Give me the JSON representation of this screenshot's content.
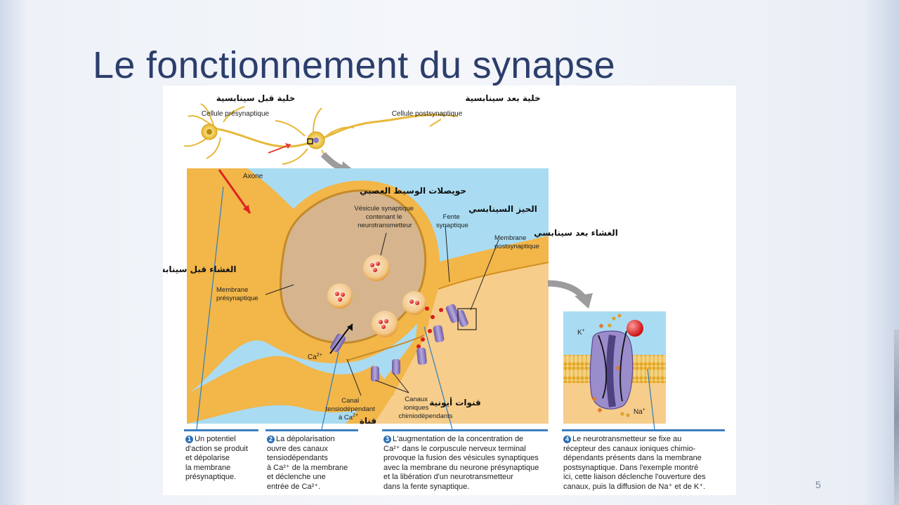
{
  "slide": {
    "title": "Le fonctionnement du synapse",
    "page_number": "5"
  },
  "figure": {
    "arabic_presyn_cell": "خلية قبل سينابسية",
    "label_presyn_cell": "Cellule présynaptique",
    "arabic_postsyn_cell": "خلية بعد سينابسية",
    "label_postsyn_cell": "Cellule postsynaptique",
    "label_axone": "Axone",
    "arabic_vesicles": "حويصلات الوسيط العصبي",
    "label_vesicle": [
      "Vésicule synaptique",
      "contenant le",
      "neurotransmetteur"
    ],
    "arabic_cleft": "الحيز السينابسي",
    "label_cleft": [
      "Fente",
      "synaptique"
    ],
    "arabic_postsyn_membrane": "الغشاء بعد سينابسي",
    "label_postsyn_membrane": [
      "Membrane",
      "postsynaptique"
    ],
    "arabic_presyn_membrane": "الغشاء قبل سينابسي",
    "label_presyn_membrane": [
      "Membrane",
      "présynaptique"
    ],
    "label_ca": "Ca",
    "label_ca_sup": "2+",
    "label_canal": [
      "Canal",
      "tensiodépendant",
      "à Ca"
    ],
    "arabic_canal": "قناة",
    "label_canaux": [
      "Canaux",
      "ioniques",
      "chimiodépendants"
    ],
    "arabic_ion_channels": "قنوات أيونية",
    "label_k": "K",
    "label_na": "Na",
    "ion_sup": "+"
  },
  "captions": [
    {
      "num": "1",
      "lines": [
        "Un potentiel",
        "d'action se produit",
        "et dépolarise",
        "la membrane",
        "présynaptique."
      ]
    },
    {
      "num": "2",
      "lines": [
        "La dépolarisation",
        "ouvre des canaux",
        "tensiodépendants",
        "à Ca²⁺ de la membrane",
        "et déclenche une",
        "entrée de Ca²⁺."
      ]
    },
    {
      "num": "3",
      "lines": [
        "L'augmentation de la concentration de",
        "Ca²⁺ dans le corpuscule nerveux terminal",
        "provoque la fusion des vésicules synaptiques",
        "avec la membrane du neurone présynaptique",
        "et la libération d'un neurotransmetteur",
        "dans la fente synaptique."
      ]
    },
    {
      "num": "4",
      "lines": [
        "Le neurotransmetteur se fixe au",
        "récepteur des canaux ioniques chimio-",
        "dépendants présents dans la membrane",
        "postsynaptique. Dans l'exemple montré",
        "ici, cette liaison déclenche l'ouverture des",
        "canaux, puis la diffusion de Na⁺ et de K⁺."
      ]
    }
  ],
  "colors": {
    "title": "#2c3e6b",
    "extracellular": "#a9dcf2",
    "neuron": "#f2b649",
    "cytoplasm": "#d6b58e",
    "caption_accent": "#2b6fb6"
  }
}
